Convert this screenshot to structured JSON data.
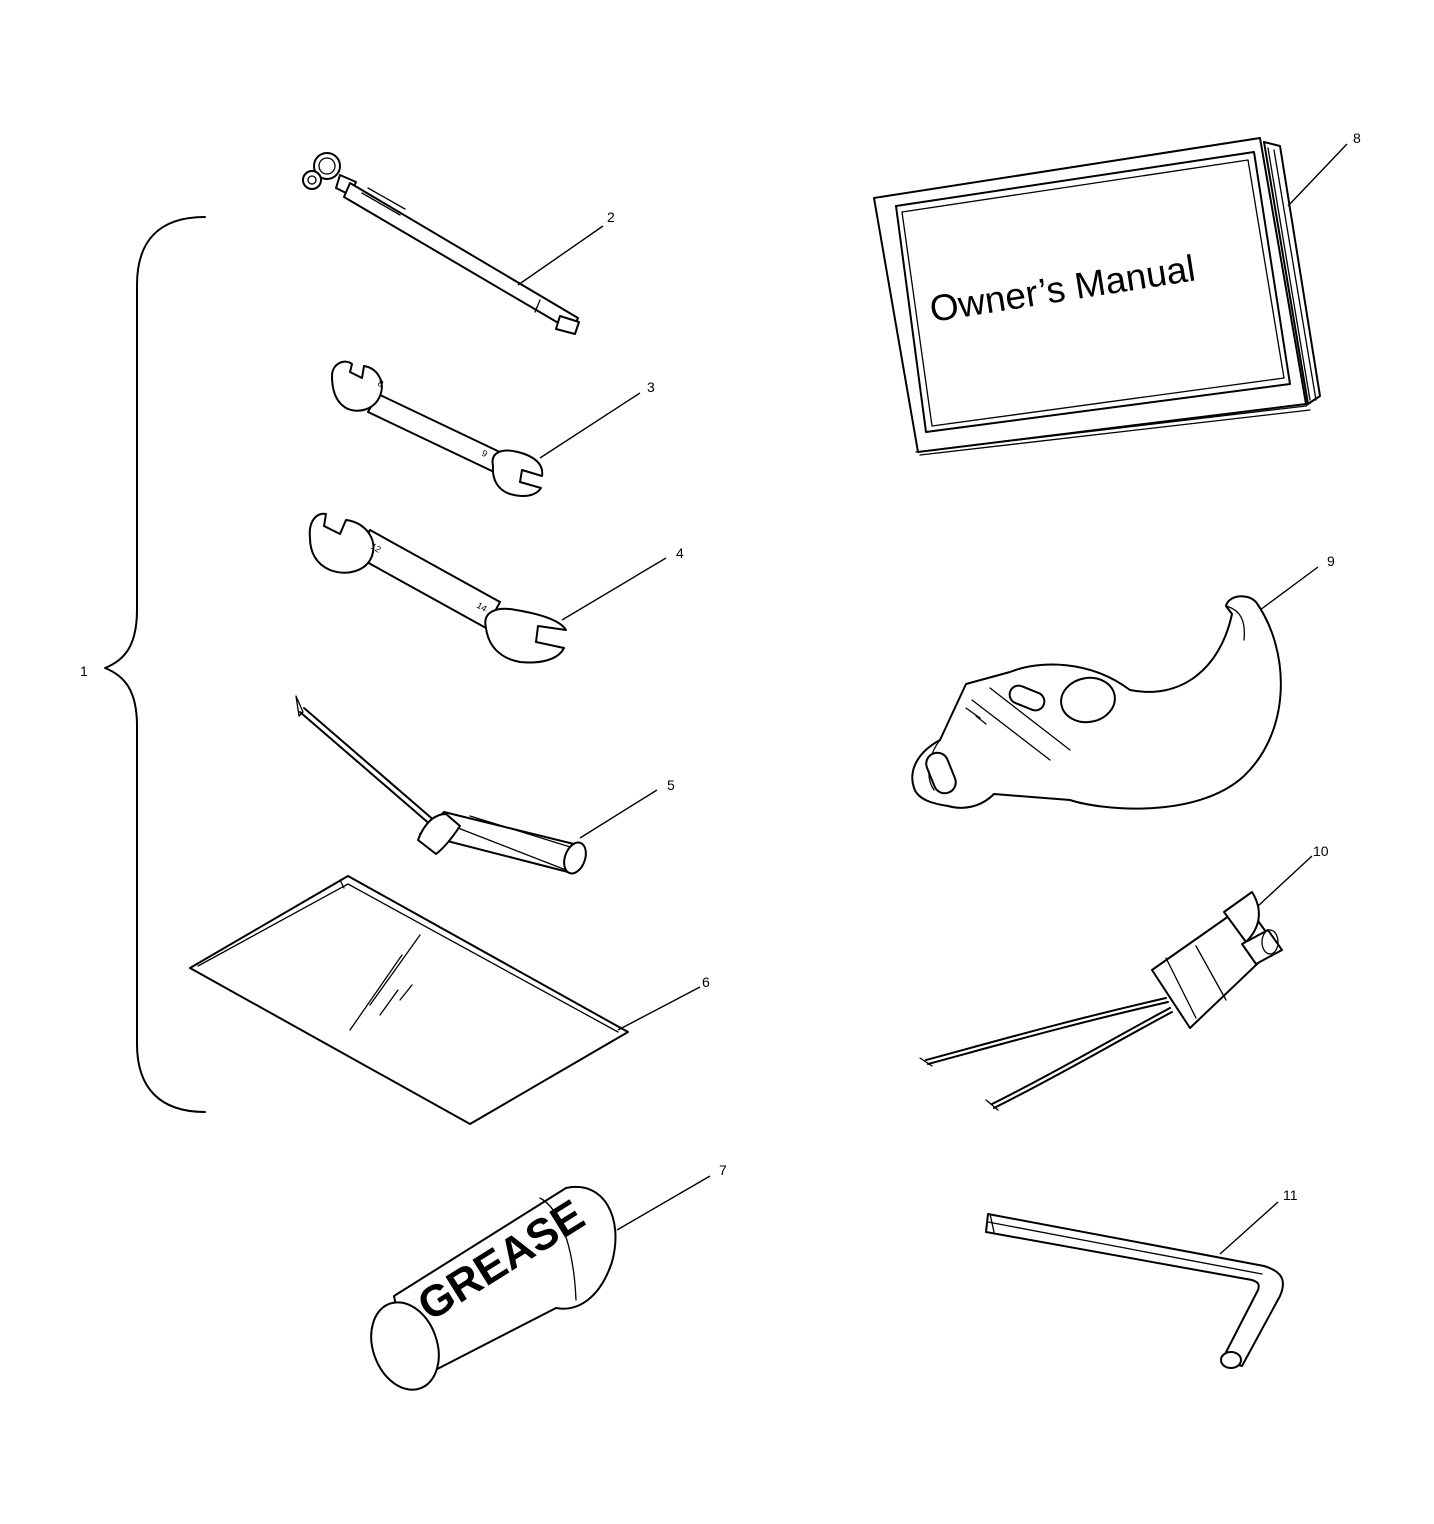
{
  "callouts": {
    "c1": "1",
    "c2": "2",
    "c3": "3",
    "c4": "4",
    "c5": "5",
    "c6": "6",
    "c7": "7",
    "c8": "8",
    "c9": "9",
    "c10": "10",
    "c11": "11"
  },
  "manual": {
    "title": "Owner’s Manual"
  },
  "grease": {
    "label": "GREASE"
  },
  "wrench_small": {
    "size_a": "8",
    "size_b": "9"
  },
  "wrench_large": {
    "size_a": "12",
    "size_b": "14"
  },
  "colors": {
    "line": "#000000",
    "background": "#ffffff"
  }
}
